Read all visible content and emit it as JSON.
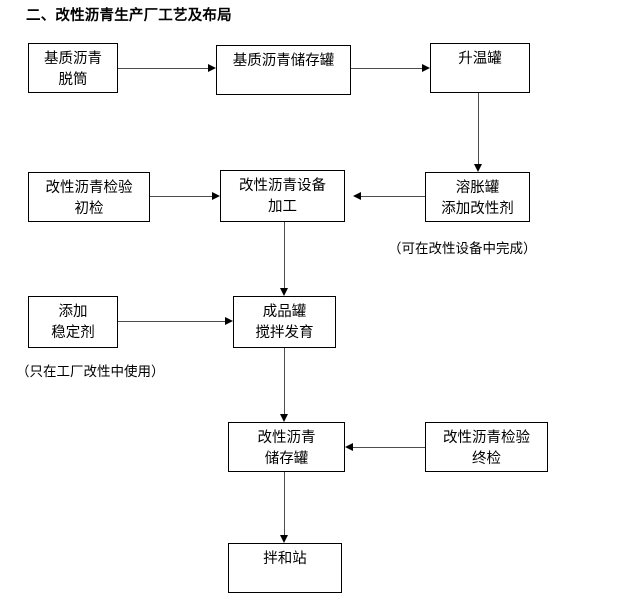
{
  "document": {
    "title": "二、改性沥青生产厂工艺及布局"
  },
  "diagram": {
    "type": "flowchart",
    "nodes": [
      {
        "id": "n1",
        "lines": [
          "基质沥青",
          "脱筒"
        ]
      },
      {
        "id": "n2",
        "lines": [
          "基质沥青储存罐"
        ]
      },
      {
        "id": "n3",
        "lines": [
          "升温罐"
        ]
      },
      {
        "id": "n4",
        "lines": [
          "改性沥青检验",
          "初检"
        ]
      },
      {
        "id": "n5",
        "lines": [
          "改性沥青设备",
          "加工"
        ]
      },
      {
        "id": "n6",
        "lines": [
          "溶胀罐",
          "添加改性剂"
        ]
      },
      {
        "id": "n7",
        "lines": [
          "添加",
          "稳定剂"
        ]
      },
      {
        "id": "n8",
        "lines": [
          "成品罐",
          "搅拌发育"
        ]
      },
      {
        "id": "n9",
        "lines": [
          "改性沥青",
          "储存罐"
        ]
      },
      {
        "id": "n10",
        "lines": [
          "改性沥青检验",
          "终检"
        ]
      },
      {
        "id": "n11",
        "lines": [
          "拌和站"
        ]
      }
    ],
    "notes": [
      {
        "id": "note1",
        "text": "（可在改性设备中完成）"
      },
      {
        "id": "note2",
        "text": "（只在工厂改性中使用）"
      }
    ],
    "edges": [
      {
        "from": "n1",
        "to": "n2",
        "direction": "right"
      },
      {
        "from": "n2",
        "to": "n3",
        "direction": "right"
      },
      {
        "from": "n3",
        "to": "n6",
        "direction": "down"
      },
      {
        "from": "n6",
        "to": "n5",
        "direction": "left"
      },
      {
        "from": "n4",
        "to": "n5",
        "direction": "right"
      },
      {
        "from": "n5",
        "to": "n8",
        "direction": "down"
      },
      {
        "from": "n7",
        "to": "n8",
        "direction": "right"
      },
      {
        "from": "n8",
        "to": "n9",
        "direction": "down"
      },
      {
        "from": "n10",
        "to": "n9",
        "direction": "left"
      },
      {
        "from": "n9",
        "to": "n11",
        "direction": "down"
      }
    ]
  },
  "colors": {
    "background": "#ffffff",
    "stroke": "#000000",
    "connector": "#4d4d4d",
    "text": "#000000"
  }
}
